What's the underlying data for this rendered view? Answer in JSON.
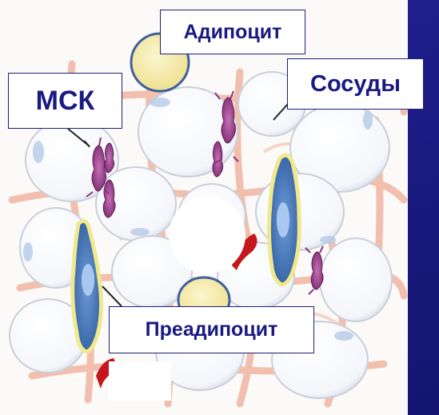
{
  "labels": {
    "adipocyte": "Адипоцит",
    "msc": "МСК",
    "vessels": "Сосуды",
    "preadipocyte": "Преадипоцит"
  },
  "colors": {
    "background": "#1d1d8a",
    "label_text": "#1a1a80",
    "fat_cell": "#ffffff",
    "lipid_droplet": "#f7efb0",
    "stroma_network": "#f2b9a6",
    "msc_cell": "#9a3f8c",
    "preadipocyte_cell": "#3f6fb3",
    "vessel_red": "#c4161c"
  }
}
